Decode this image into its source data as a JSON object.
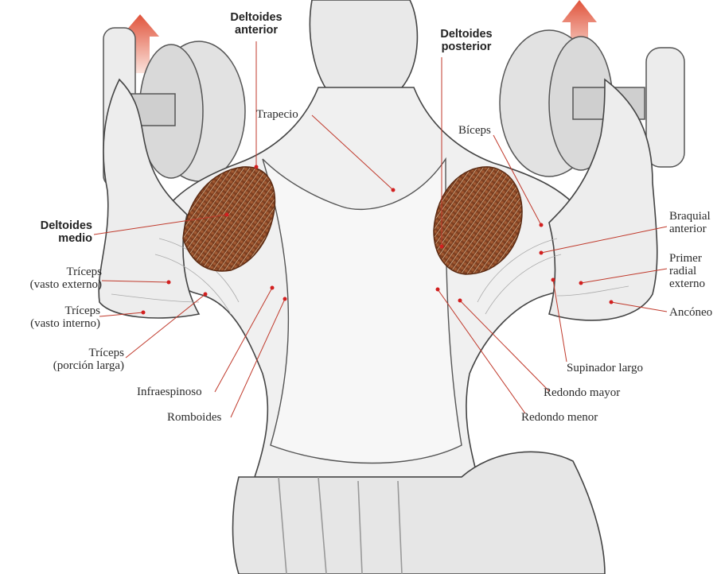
{
  "labels": {
    "deltoides_anterior": [
      "Deltoides",
      "anterior"
    ],
    "deltoides_posterior": [
      "Deltoides",
      "posterior"
    ],
    "trapecio": "Trapecio",
    "biceps": "Bíceps",
    "deltoides_medio": [
      "Deltoides",
      "medio"
    ],
    "triceps_vasto_externo": [
      "Tríceps",
      "(vasto externo)"
    ],
    "triceps_vasto_interno": [
      "Tríceps",
      "(vasto interno)"
    ],
    "triceps_porcion_larga": [
      "Tríceps",
      "(porción larga)"
    ],
    "infraespinoso": "Infraespinoso",
    "romboides": "Romboides",
    "braquial_anterior": [
      "Braquial",
      "anterior"
    ],
    "primer_radial_externo": [
      "Primer",
      "radial",
      "externo"
    ],
    "anconeo": "Ancóneo",
    "supinador_largo": "Supinador largo",
    "redondo_mayor": "Redondo mayor",
    "redondo_menor": "Redondo menor"
  },
  "colors": {
    "leader_line": "#c0392b",
    "marker_dot": "#d21f1f",
    "arrow": "#e8806a",
    "deltoid": "#a0522d"
  }
}
